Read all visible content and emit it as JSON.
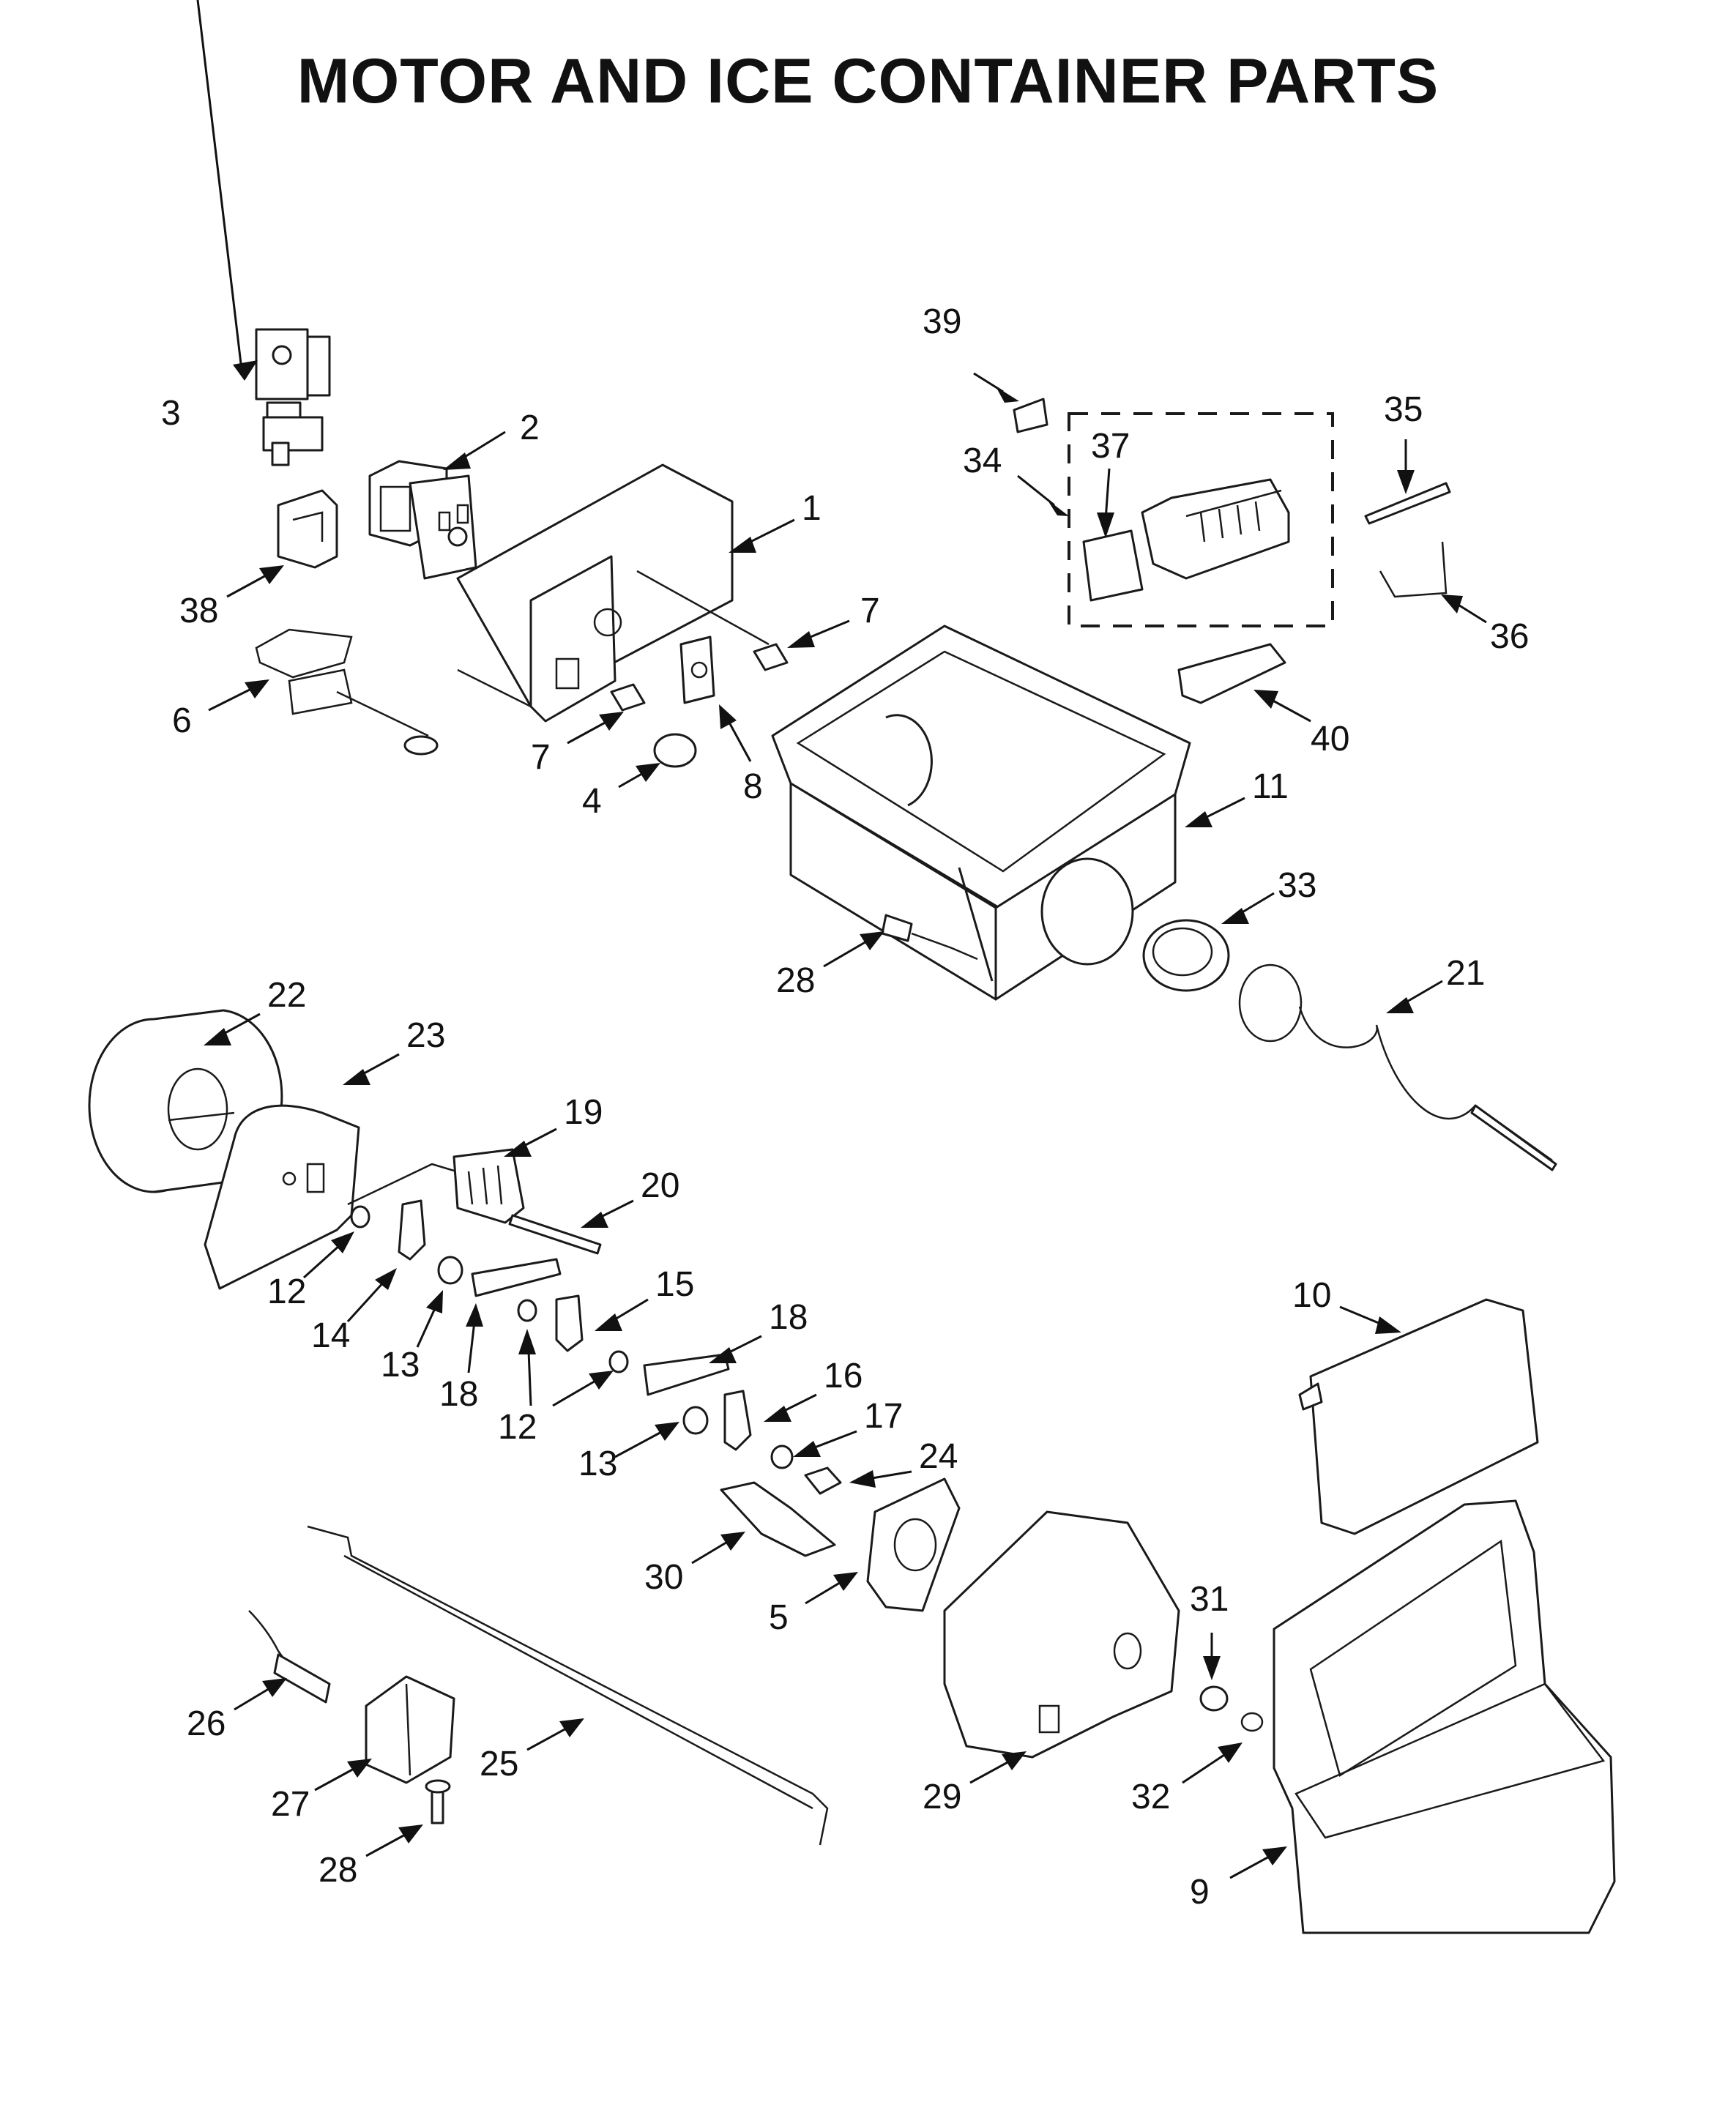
{
  "title": "MOTOR AND ICE CONTAINER PARTS",
  "callouts": [
    "1",
    "2",
    "3",
    "4",
    "5",
    "6",
    "7",
    "7",
    "8",
    "9",
    "10",
    "11",
    "12",
    "12",
    "13",
    "13",
    "14",
    "15",
    "16",
    "17",
    "18",
    "18",
    "19",
    "20",
    "21",
    "22",
    "23",
    "24",
    "25",
    "26",
    "27",
    "28",
    "28",
    "29",
    "30",
    "31",
    "32",
    "33",
    "34",
    "35",
    "36",
    "37",
    "38",
    "39",
    "40"
  ],
  "colors": {
    "ink": "#111111",
    "background": "#ffffff"
  }
}
